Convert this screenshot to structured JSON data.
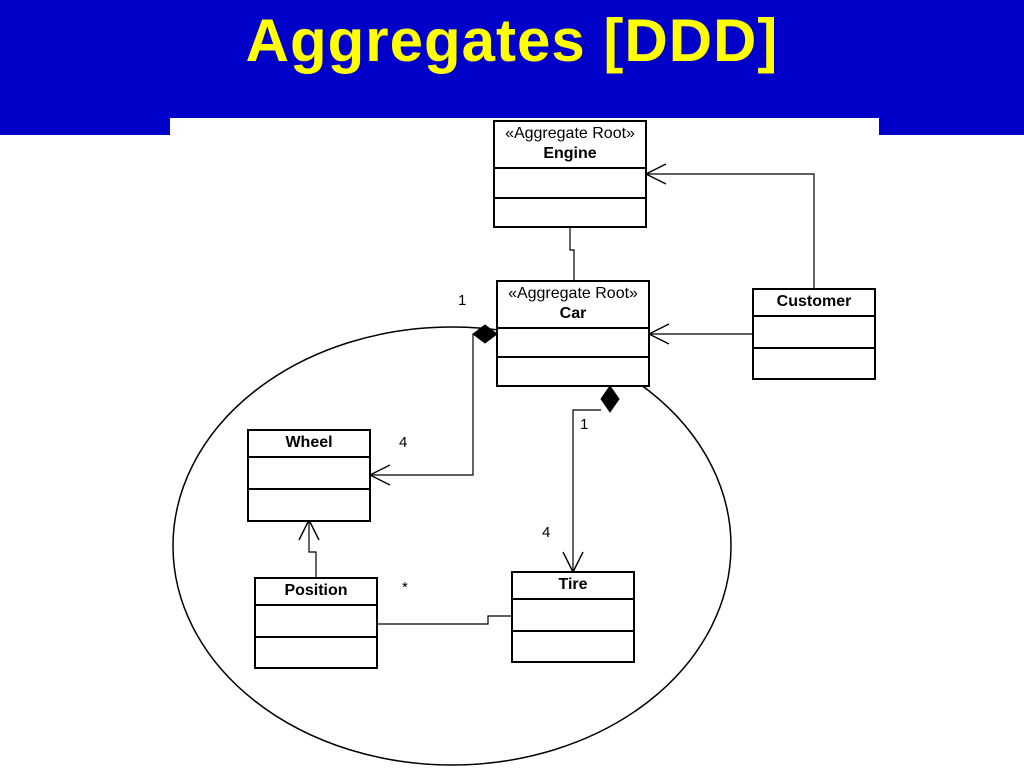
{
  "slide": {
    "title": "Aggregates [DDD]"
  },
  "classes": {
    "engine": {
      "stereotype": "«Aggregate Root»",
      "name": "Engine"
    },
    "car": {
      "stereotype": "«Aggregate Root»",
      "name": "Car"
    },
    "customer": {
      "name": "Customer"
    },
    "wheel": {
      "name": "Wheel"
    },
    "position": {
      "name": "Position"
    },
    "tire": {
      "name": "Tire"
    }
  },
  "multiplicities": {
    "car_wheel_car_end": "1",
    "car_wheel_wheel_end": "4",
    "car_tire_car_end": "1",
    "car_tire_tire_end": "4",
    "position_tire": "*"
  },
  "colors": {
    "header_bg": "#0000c8",
    "title_text": "#ffff00",
    "line": "#000000"
  }
}
